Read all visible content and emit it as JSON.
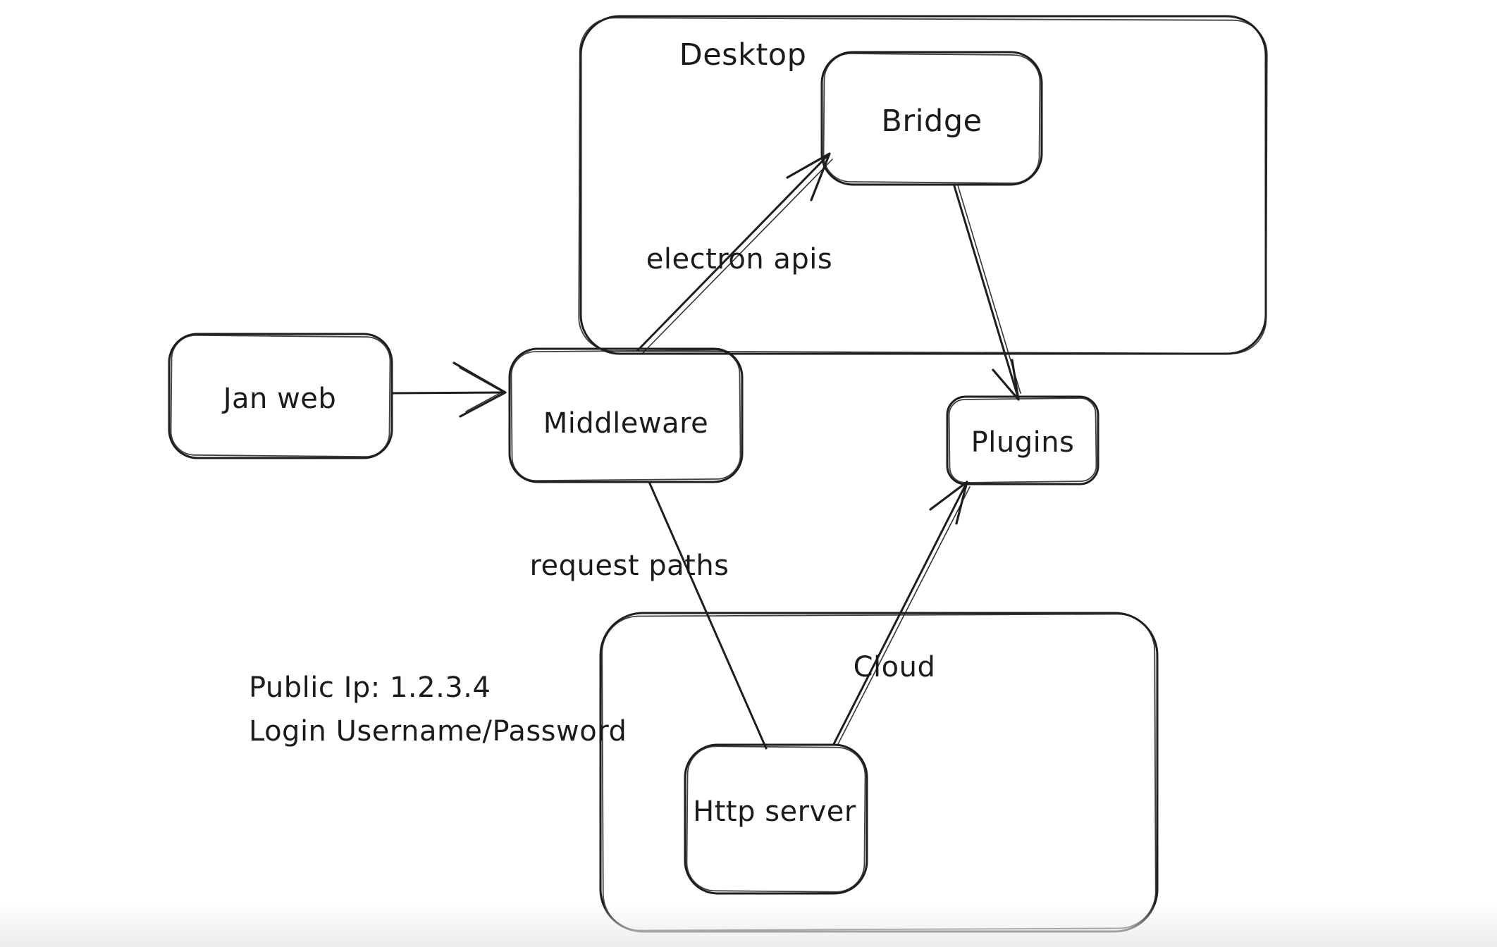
{
  "canvas": {
    "background": "#ffffff",
    "stroke_color": "#1e1e1e",
    "text_color": "#1b1b1b",
    "bottom_fade_color": "#ececec"
  },
  "containers": [
    {
      "id": "desktop",
      "label": "Desktop"
    },
    {
      "id": "cloud",
      "label": "Cloud"
    }
  ],
  "nodes": [
    {
      "id": "jan-web",
      "label": "Jan web"
    },
    {
      "id": "middleware",
      "label": "Middleware"
    },
    {
      "id": "bridge",
      "label": "Bridge"
    },
    {
      "id": "plugins",
      "label": "Plugins"
    },
    {
      "id": "http-server",
      "label": "Http server"
    }
  ],
  "edges": [
    {
      "id": "janweb-to-middleware",
      "from": "jan-web",
      "to": "middleware",
      "label": "",
      "arrowhead": "open-v"
    },
    {
      "id": "middleware-to-bridge",
      "from": "middleware",
      "to": "bridge",
      "label": "electron apis",
      "arrowhead": "open-v"
    },
    {
      "id": "bridge-to-plugins",
      "from": "bridge",
      "to": "plugins",
      "label": "",
      "arrowhead": "open-v"
    },
    {
      "id": "middleware-to-httpserver",
      "from": "middleware",
      "to": "http-server",
      "label": "request paths",
      "arrowhead": "none"
    },
    {
      "id": "httpserver-to-plugins",
      "from": "http-server",
      "to": "plugins",
      "label": "",
      "arrowhead": "open-v"
    }
  ],
  "annotations": [
    {
      "id": "public-ip",
      "text": "Public Ip: 1.2.3.4"
    },
    {
      "id": "login",
      "text": "Login Username/Password"
    }
  ]
}
